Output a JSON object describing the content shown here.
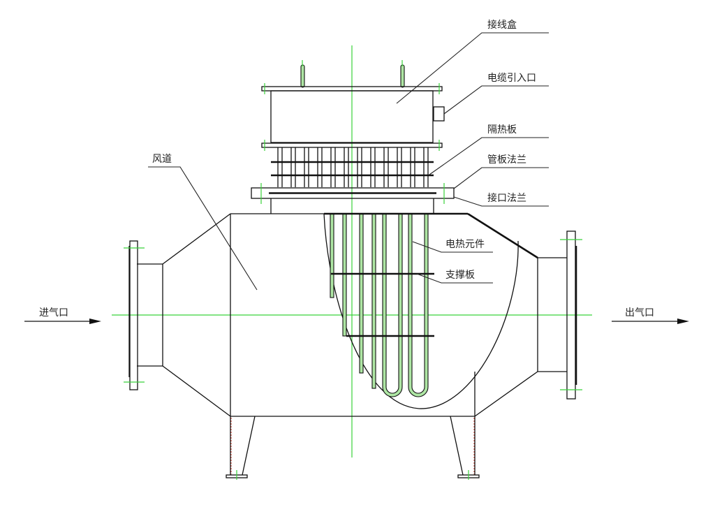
{
  "diagram": {
    "type": "engineering-drawing",
    "subject": "Air duct electric heater (风道式电加热器) cross-section",
    "labels": {
      "junction_box": "接线盒",
      "cable_inlet": "电缆引入口",
      "insulation_board": "隔热板",
      "tube_sheet_flange": "管板法兰",
      "interface_flange": "接口法兰",
      "air_duct": "风道",
      "heating_element": "电热元件",
      "support_plate": "支撑板",
      "air_inlet": "进气口",
      "air_outlet": "出气口"
    },
    "colors": {
      "line": "#111111",
      "centerline": "#39d23a",
      "tube_fill": "#aee6a4",
      "leg_hidden_line": "#c0392b",
      "background": "#ffffff"
    }
  }
}
